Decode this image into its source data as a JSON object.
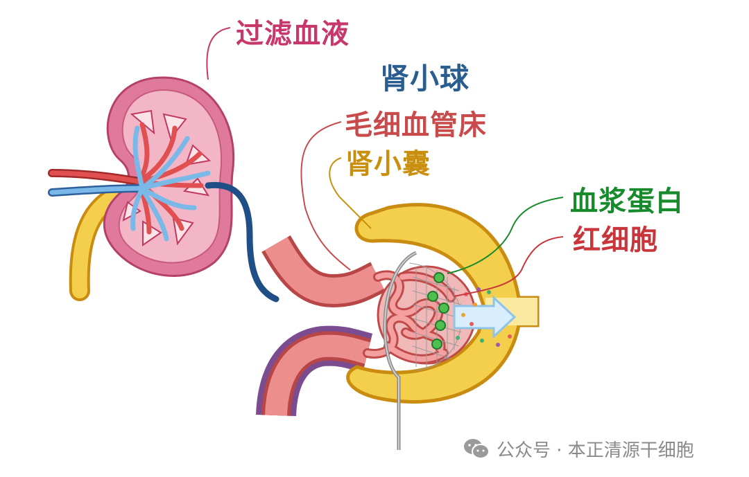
{
  "labels": {
    "filter_blood": "过滤血液",
    "glomerulus": "肾小球",
    "capillary_bed": "毛细血管床",
    "bowman_capsule": "肾小囊",
    "plasma_protein": "血浆蛋白",
    "red_blood_cell": "红细胞"
  },
  "watermark": {
    "text": "公众号 · 本正清源干细胞",
    "icon": "wechat-icon"
  },
  "colors": {
    "filter_blood": "#c7376a",
    "glomerulus": "#2a5d8f",
    "capillary_bed": "#c94a4a",
    "bowman_capsule": "#c8900e",
    "plasma_protein": "#178a2c",
    "red_blood_cell": "#c8353a",
    "watermark": "#8a8a8a"
  }
}
